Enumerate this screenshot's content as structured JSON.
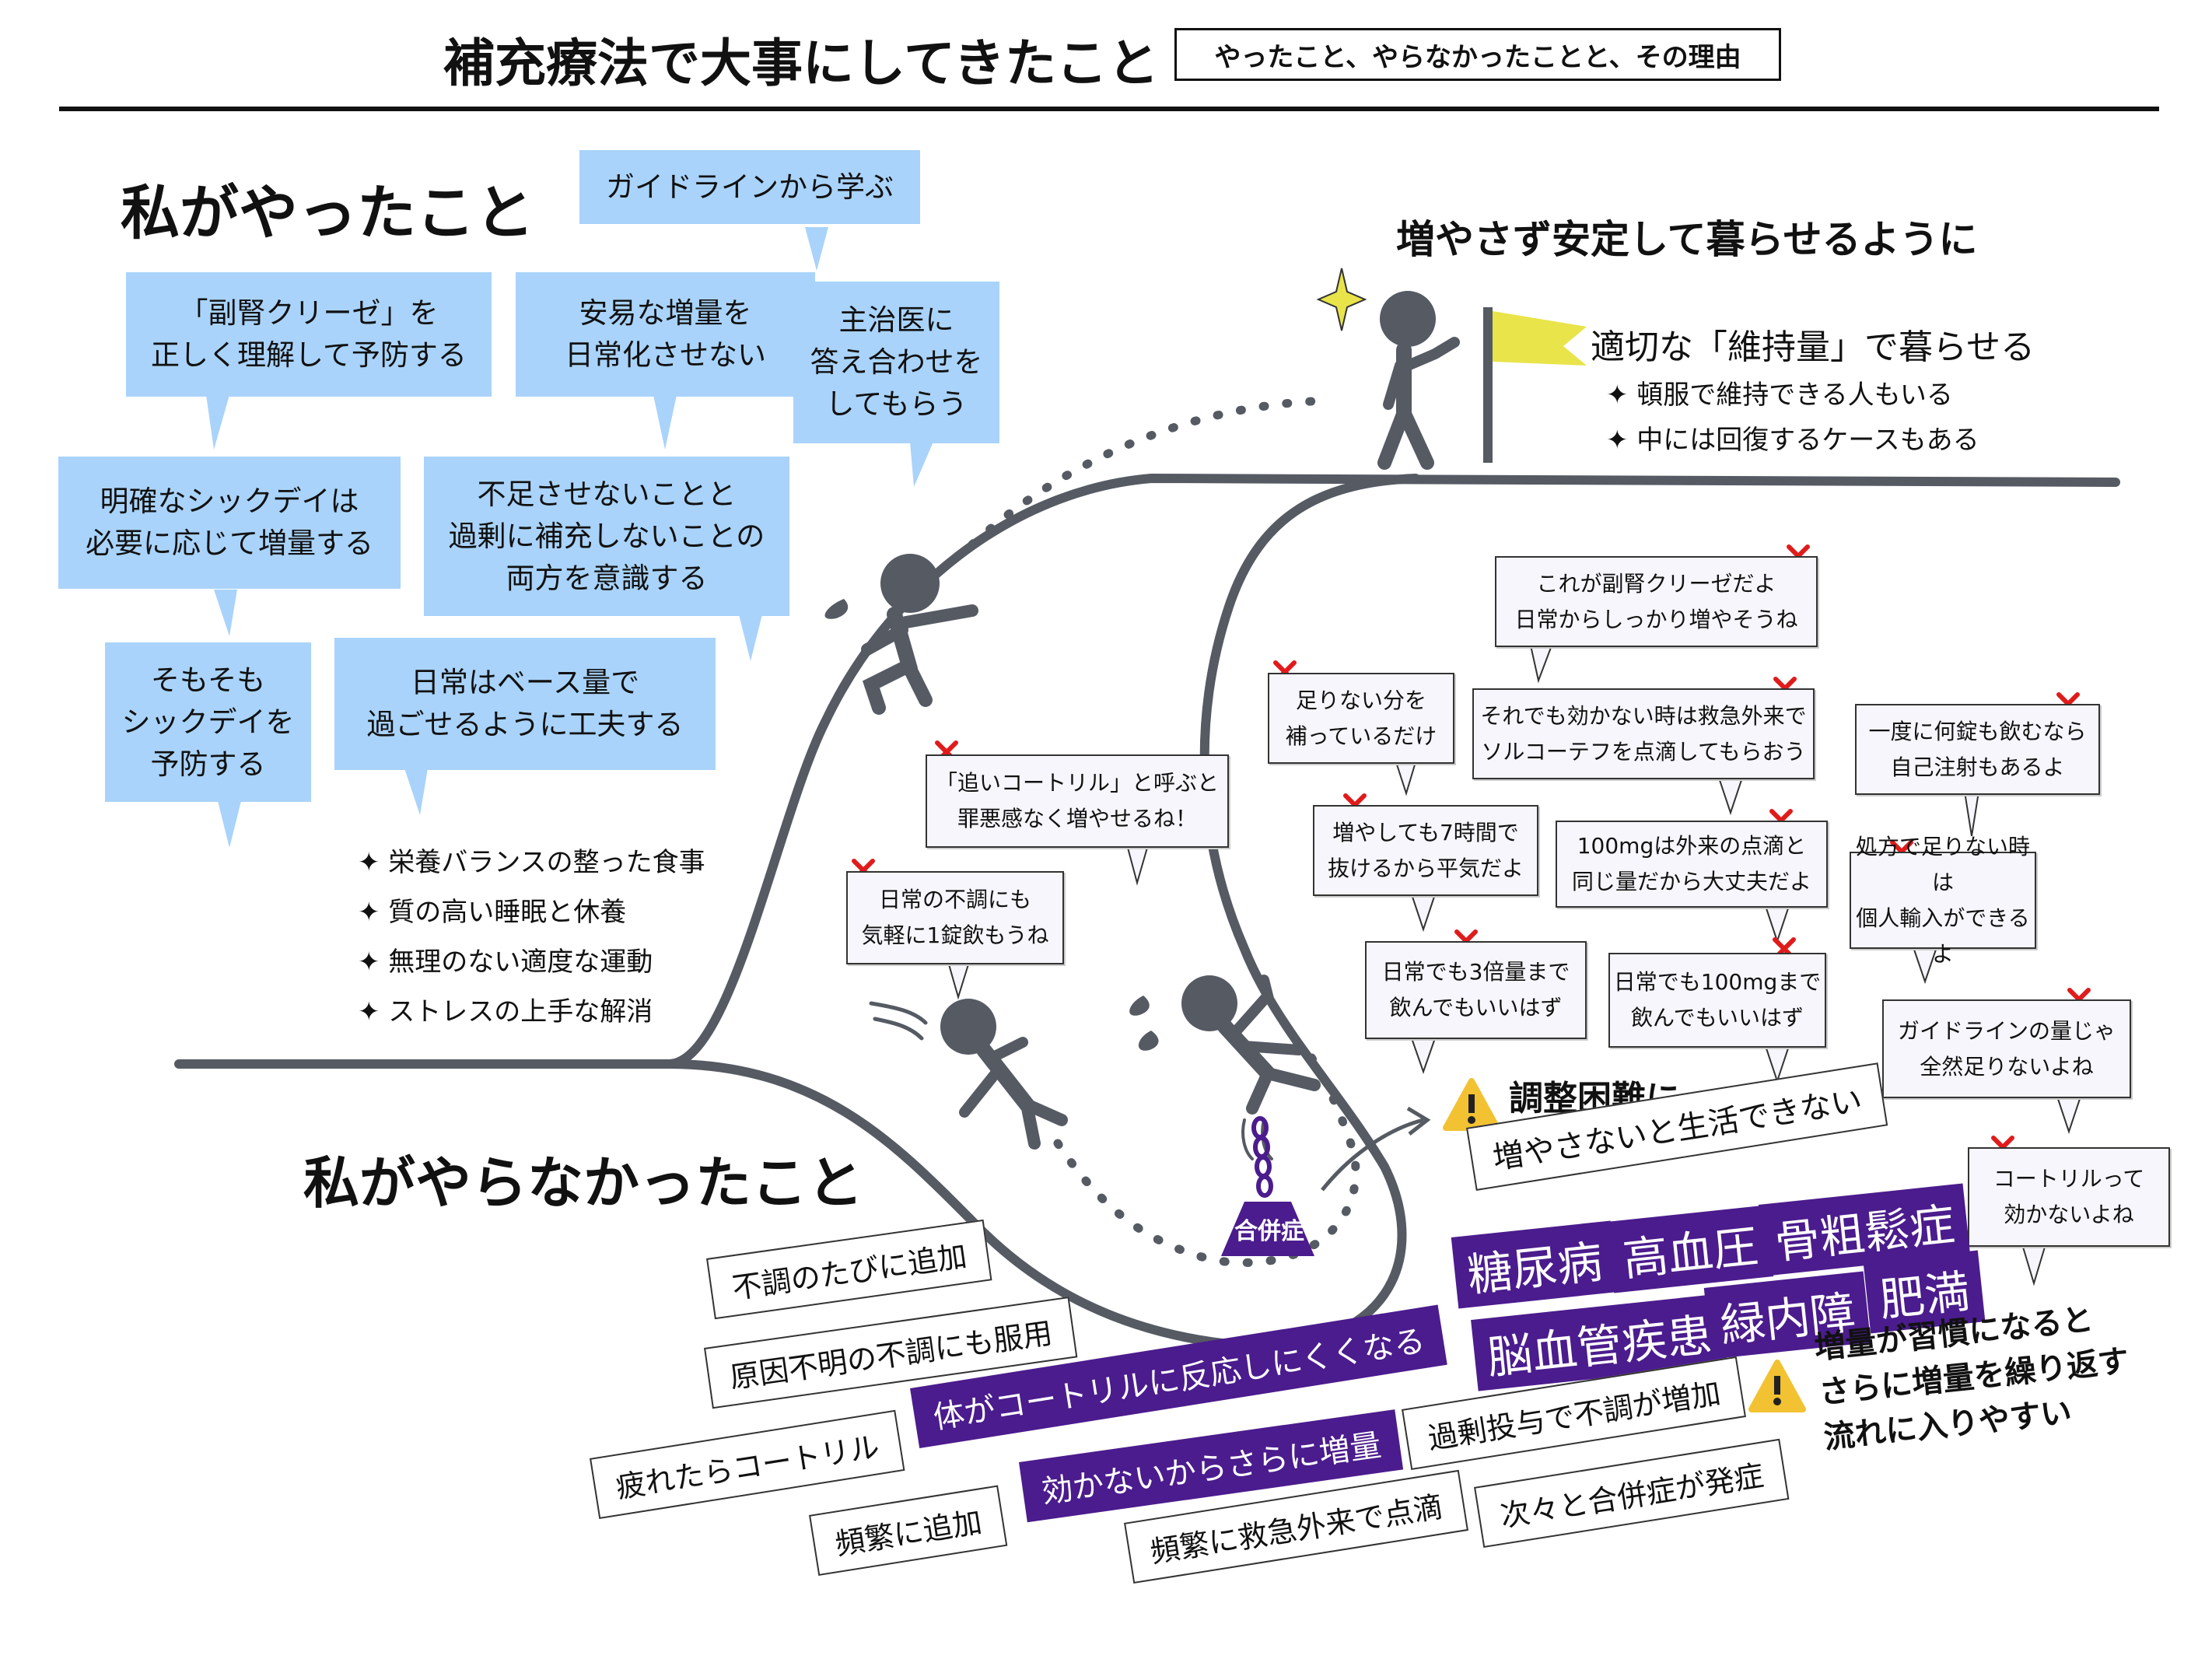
{
  "title": "補充療法で大事にしてきたこと",
  "subtitle": "やったこと、やらなかったことと、その理由",
  "did": {
    "heading": "私がやったこと",
    "boxes": [
      "ガイドラインから学ぶ",
      "「副腎クリーゼ」を\n正しく理解して予防する",
      "安易な増量を\n日常化させない",
      "主治医に\n答え合わせを\nしてもらう",
      "明確なシックデイは\n必要に応じて増量する",
      "不足させないことと\n過剰に補充しないことの\n両方を意識する",
      "そもそも\nシックデイを\n予防する",
      "日常はベース量で\n過ごせるように工夫する"
    ],
    "list": [
      "栄養バランスの整った食事",
      "質の高い睡眠と休養",
      "無理のない適度な運動",
      "ストレスの上手な解消"
    ]
  },
  "stable": {
    "heading": "増やさず安定して暮らせるように",
    "main": "適切な「維持量」で暮らせる",
    "points": [
      "頓服で維持できる人もいる",
      "中には回復するケースもある"
    ]
  },
  "not_did": {
    "heading": "私がやらなかったこと",
    "bubbles": [
      "これが副腎クリーゼだよ\n日常からしっかり増やそうね",
      "足りない分を\n補っているだけ",
      "それでも効かない時は救急外来で\nソルコーテフを点滴してもらおう",
      "一度に何錠も飲むなら\n自己注射もあるよ",
      "「追いコートリル」と呼ぶと\n罪悪感なく増やせるね！",
      "増やしても7時間で\n抜けるから平気だよ",
      "100mgは外来の点滴と\n同じ量だから大丈夫だよ",
      "処方で足りない時は\n個人輸入ができるよ",
      "日常の不調にも\n気軽に1錠飲もうね",
      "日常でも3倍量まで\n飲んでもいいはず",
      "日常でも100mgまで\n飲んでもいいはず",
      "ガイドラインの量じゃ\n全然足りないよね",
      "コートリルって\n効かないよね"
    ],
    "tags": [
      "不調のたびに追加",
      "原因不明の不調にも服用",
      "疲れたらコートリル",
      "頻繁に追加",
      "頻繁に救急外来で点滴",
      "過剰投与で不調が増加",
      "次々と合併症が発症"
    ],
    "purple_tags": [
      "体がコートリルに反応しにくくなる",
      "効かないからさらに増量"
    ]
  },
  "weight_label": "合併症",
  "adjust": {
    "label": "調整困難に",
    "text": "増やさないと生活できない"
  },
  "diseases": [
    "糖尿病",
    "高血圧",
    "骨粗鬆症",
    "脳血管疾患",
    "緑内障",
    "肥満"
  ],
  "habit_warning": "増量が習慣になると\nさらに増量を繰り返す\n流れに入りやすい",
  "colors": {
    "blue_box": "#a9d3fa",
    "purple": "#4b1c8d",
    "curve": "#555a63",
    "flag": "#e8e44a",
    "cross": "#e01b1b",
    "warning": "#f2c232"
  }
}
